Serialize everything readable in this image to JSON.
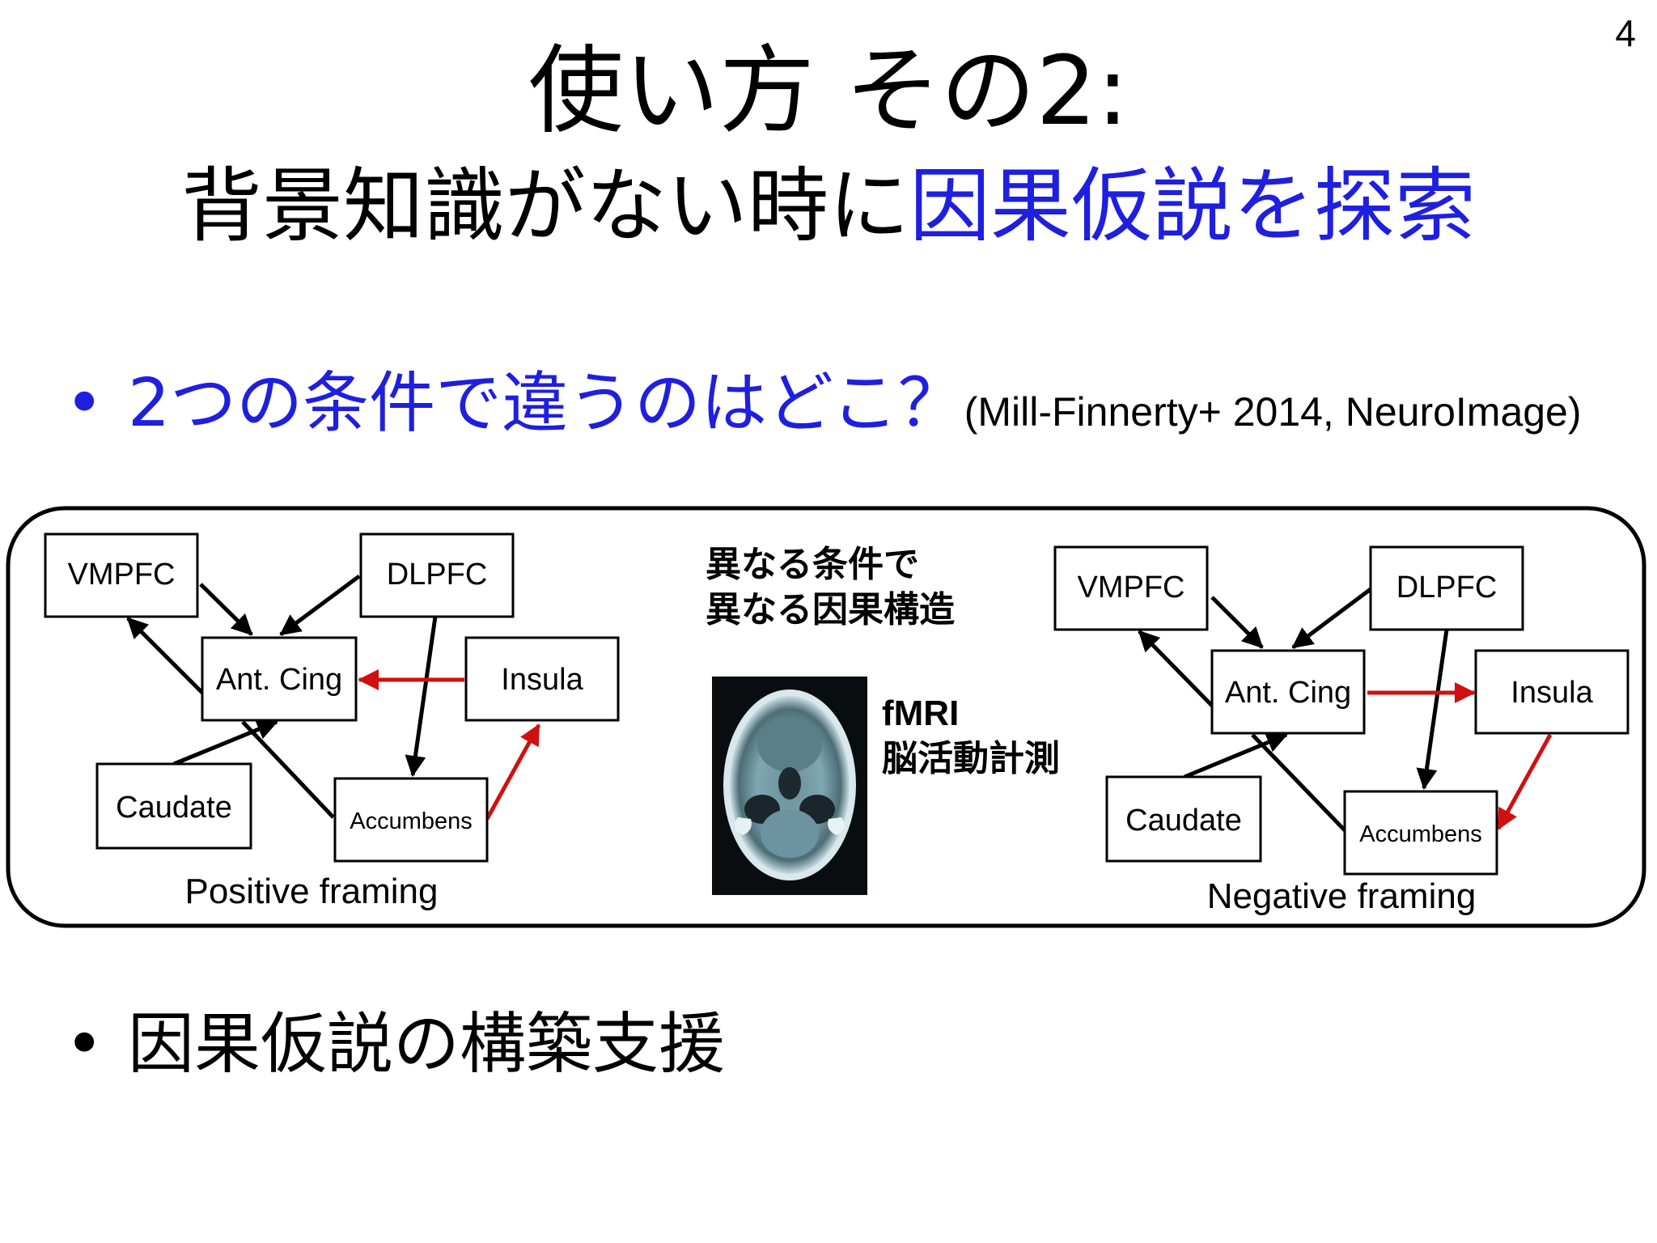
{
  "page_number": "4",
  "title": {
    "line1": "使い方 その2:",
    "line2_black": "背景知識がない時に",
    "line2_blue": "因果仮説を探索"
  },
  "bullet1": {
    "marker": "•",
    "text": "2つの条件で違うのはどこ？",
    "citation": "(Mill-Finnerty+ 2014, NeuroImage)"
  },
  "bullet2": {
    "marker": "•",
    "text": "因果仮説の構築支援"
  },
  "figure": {
    "center_text_line1": "異なる条件で",
    "center_text_line2": "異なる因果構造",
    "fmri_label": "fMRI",
    "fmri_caption": "脳活動計測",
    "left_panel": {
      "caption": "Positive framing",
      "nodes": {
        "vmpfc": "VMPFC",
        "dlpfc": "DLPFC",
        "antcing": "Ant. Cing",
        "insula": "Insula",
        "caudate": "Caudate",
        "accumbens": "Accumbens"
      }
    },
    "right_panel": {
      "caption": "Negative framing",
      "nodes": {
        "vmpfc": "VMPFC",
        "dlpfc": "DLPFC",
        "antcing": "Ant. Cing",
        "insula": "Insula",
        "caudate": "Caudate",
        "accumbens": "Accumbens"
      }
    },
    "colors": {
      "arrow_black": "#000000",
      "arrow_red": "#d01010",
      "brain_bg": "#0a0d10"
    }
  }
}
